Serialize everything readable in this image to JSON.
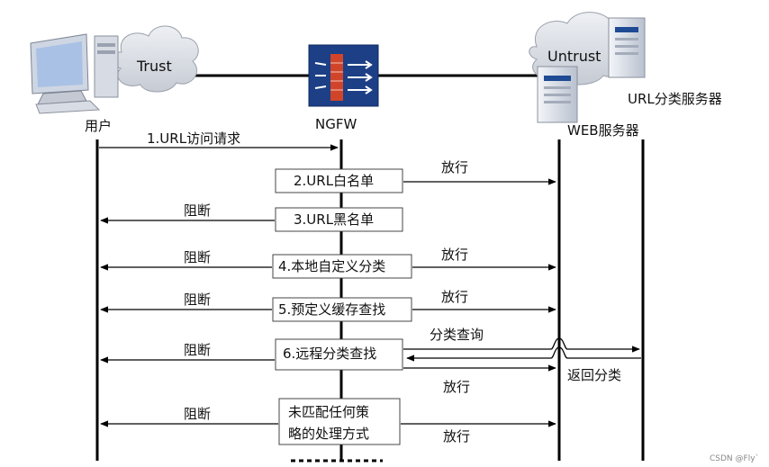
{
  "actors": {
    "user": "用户",
    "ngfw": "NGFW",
    "web_server": "WEB服务器",
    "url_server": "URL分类服务器"
  },
  "clouds": {
    "trust": "Trust",
    "untrust": "Untrust"
  },
  "steps": {
    "s1": "1.URL访问请求",
    "s2": "2.URL白名单",
    "s3": "3.URL黑名单",
    "s4": "4.本地自定义分类",
    "s5": "5.预定义缓存查找",
    "s6": "6.远程分类查找",
    "s7_line1": "未匹配任何策",
    "s7_line2": "略的处理方式"
  },
  "labels": {
    "allow": "放行",
    "block": "阻断",
    "category_query": "分类查询",
    "return_category": "返回分类"
  },
  "colors": {
    "line": "#000000",
    "box_border": "#444444",
    "monitor": "#c9d3e6",
    "server": "#dfe4ee",
    "firewall_bg": "#1c3f86",
    "firewall_wall": "#d0452a"
  },
  "watermark": "CSDN @Fly`"
}
